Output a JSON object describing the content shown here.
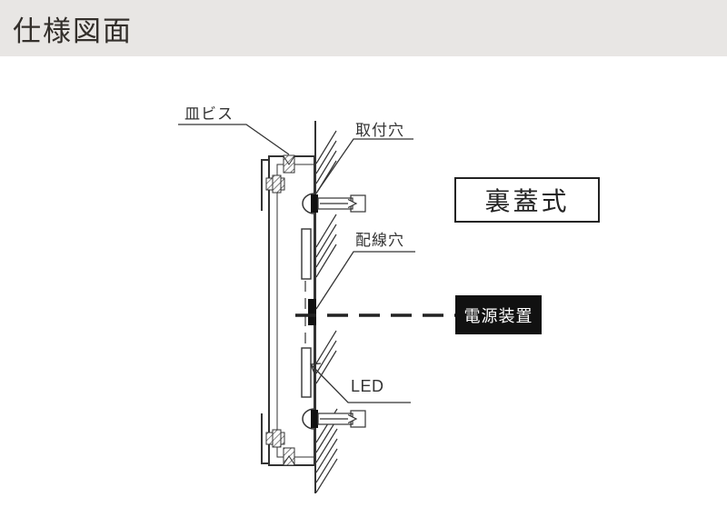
{
  "header": {
    "title": "仕様図面",
    "bg_color": "#e8e6e4",
    "text_color": "#332f2b"
  },
  "diagram": {
    "labels": {
      "countersunk_screw": "皿ビス",
      "mounting_hole": "取付穴",
      "wiring_hole": "配線穴",
      "led": "LED"
    },
    "callouts": {
      "back_cover_type": "裏蓋式",
      "power_supply": "電源装置"
    },
    "colors": {
      "line": "#333333",
      "power_box_bg": "#111111",
      "power_box_text": "#ffffff"
    }
  }
}
